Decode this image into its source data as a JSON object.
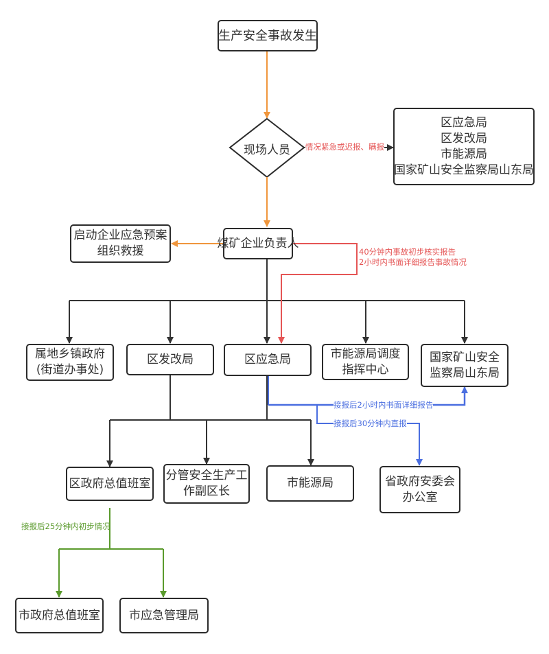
{
  "colors": {
    "orange": "#f0963c",
    "red": "#e55555",
    "blue": "#4a6ee0",
    "green": "#5a9a2c",
    "black": "#333333"
  },
  "nodes": {
    "start": {
      "lines": [
        "生产安全事故发生"
      ]
    },
    "onsite": {
      "lines": [
        "现场人员"
      ]
    },
    "direct_report": {
      "lines": [
        "区应急局",
        "区发改局",
        "市能源局",
        "国家矿山安全监察局山东局"
      ]
    },
    "enterprise_plan": {
      "lines": [
        "启动企业应急预案",
        "组织救援"
      ]
    },
    "mine_leader": {
      "lines": [
        "煤矿企业负责人"
      ]
    },
    "township": {
      "lines": [
        "属地乡镇政府",
        "(街道办事处)"
      ]
    },
    "district_drc": {
      "lines": [
        "区发改局"
      ]
    },
    "district_emergency": {
      "lines": [
        "区应急局"
      ]
    },
    "city_energy_dispatch": {
      "lines": [
        "市能源局调度",
        "指挥中心"
      ]
    },
    "national_mine_sd": {
      "lines": [
        "国家矿山安全",
        "监察局山东局"
      ]
    },
    "district_duty": {
      "lines": [
        "区政府总值班室"
      ]
    },
    "deputy_head": {
      "lines": [
        "分管安全生产工",
        "作副区长"
      ]
    },
    "city_energy": {
      "lines": [
        "市能源局"
      ]
    },
    "provincial_safety": {
      "lines": [
        "省政府安委会",
        "办公室"
      ]
    },
    "city_duty": {
      "lines": [
        "市政府总值班室"
      ]
    },
    "city_emergency": {
      "lines": [
        "市应急管理局"
      ]
    }
  },
  "edge_labels": {
    "urgent": {
      "lines": [
        "情况紧急或迟报、瞒报"
      ]
    },
    "leader_report": {
      "lines": [
        "40分钟内事故初步核实报告",
        "2小时内书面详细报告事故情况"
      ]
    },
    "report_2h": {
      "lines": [
        "接报后2小时内书面详细报告"
      ]
    },
    "report_30m": {
      "lines": [
        "接报后30分钟内直报"
      ]
    },
    "report_25m": {
      "lines": [
        "接报后25分钟内初步情况"
      ]
    }
  }
}
